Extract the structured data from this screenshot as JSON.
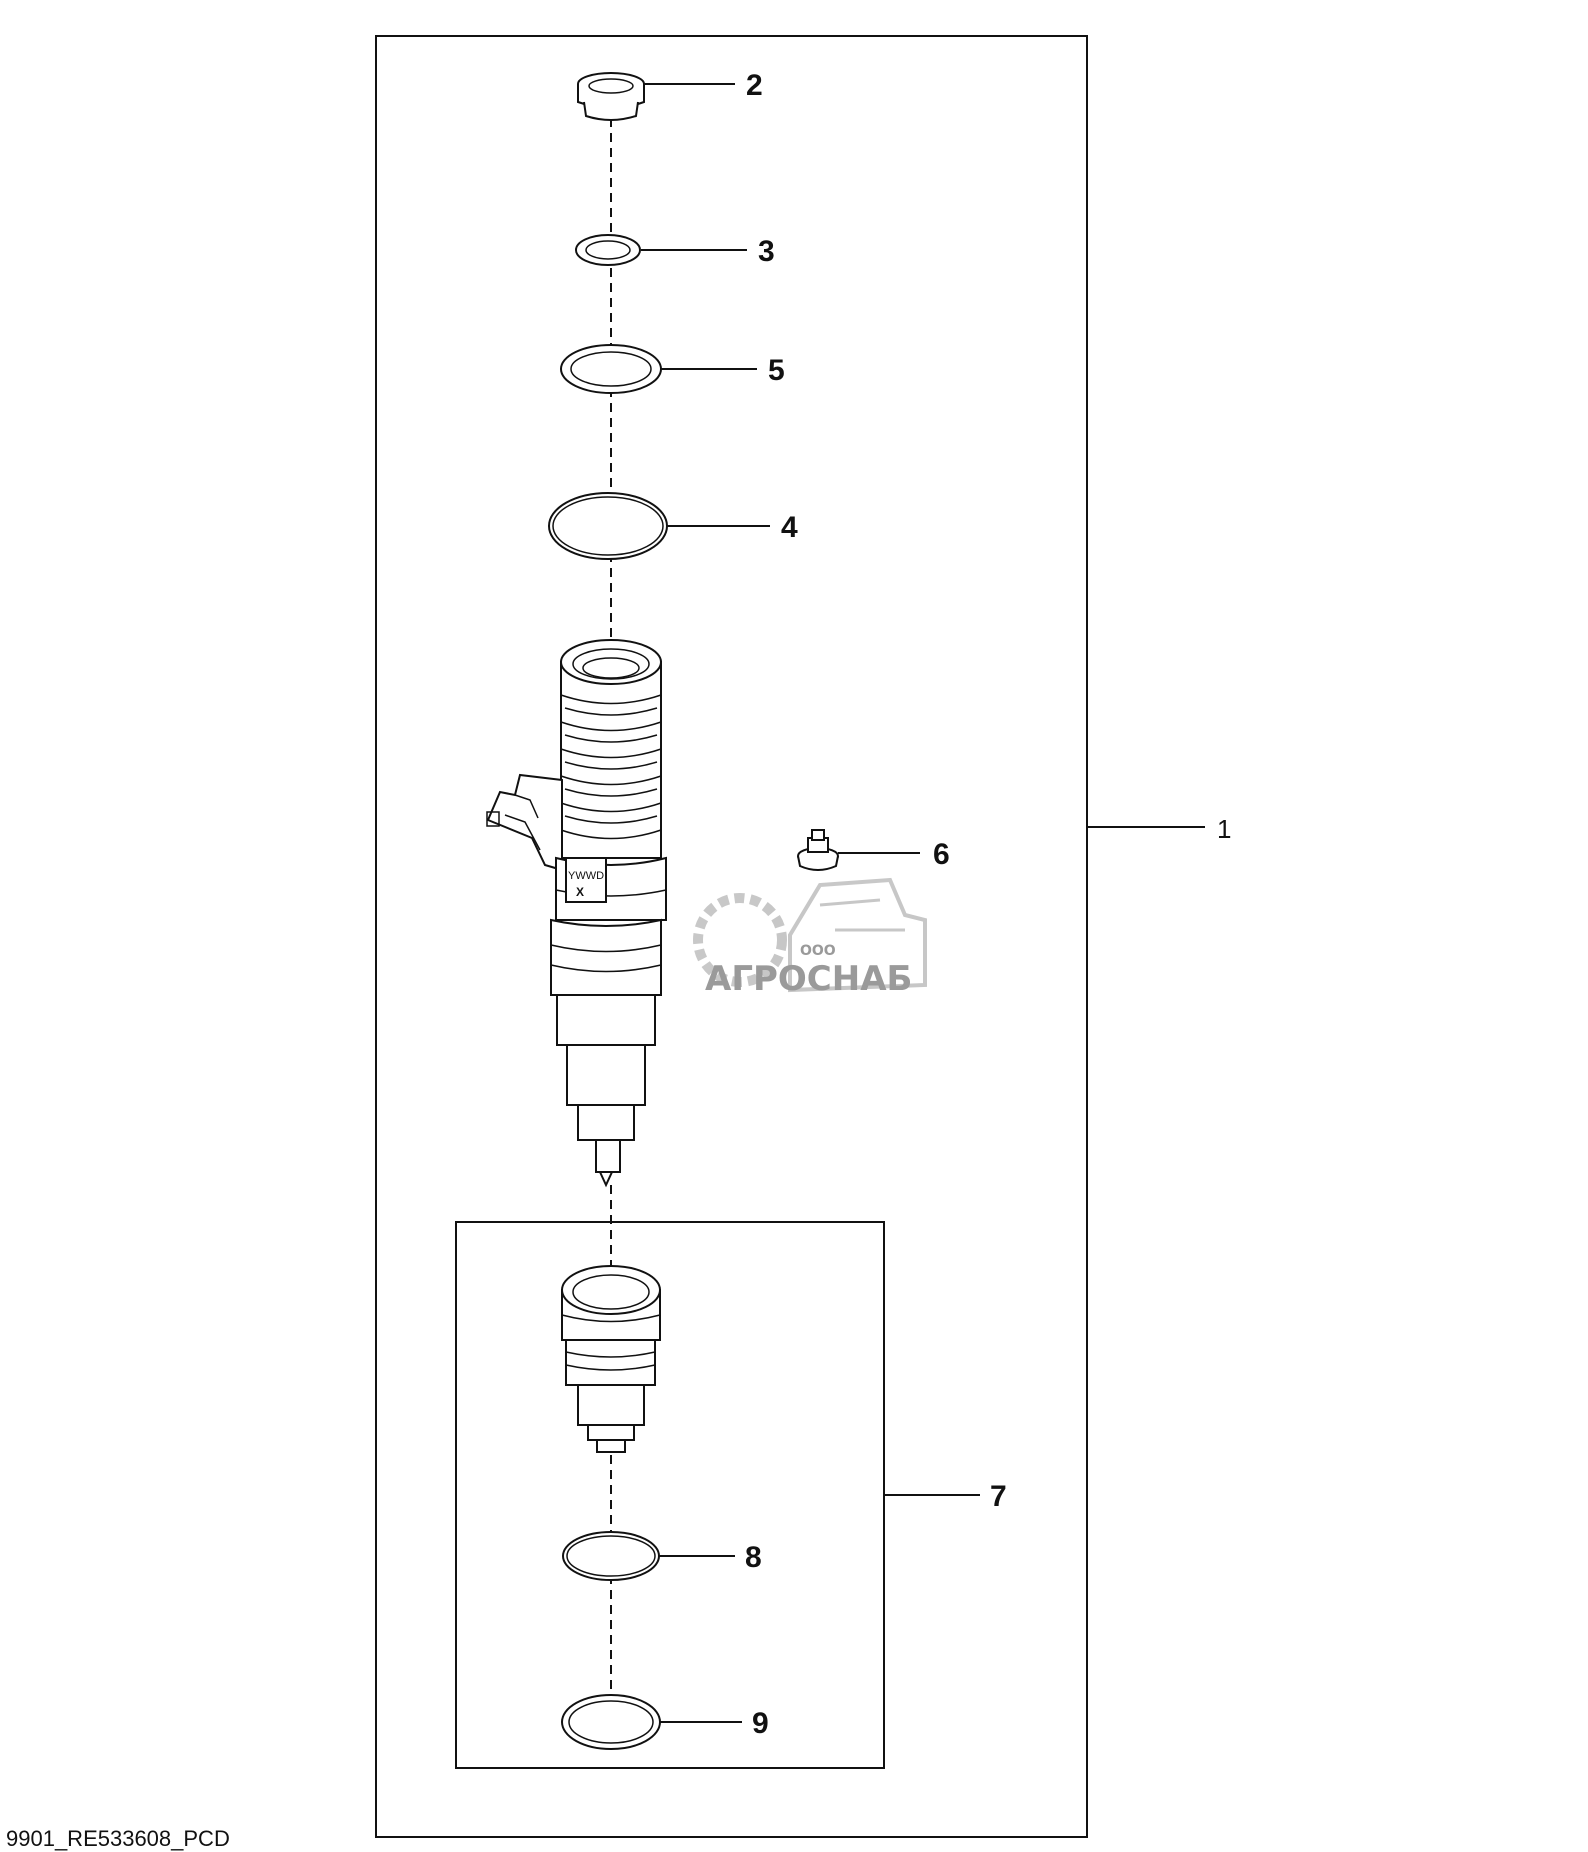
{
  "callouts": {
    "c1": "1",
    "c2": "2",
    "c3": "3",
    "c4": "4",
    "c5": "5",
    "c6": "6",
    "c7": "7",
    "c8": "8",
    "c9": "9"
  },
  "injector_marking": {
    "date_code": "YWWD",
    "x_mark": "X"
  },
  "watermark": {
    "prefix": "ООО",
    "name": "АГРОСНАБ"
  },
  "figure_id": "9901_RE533608_PCD"
}
